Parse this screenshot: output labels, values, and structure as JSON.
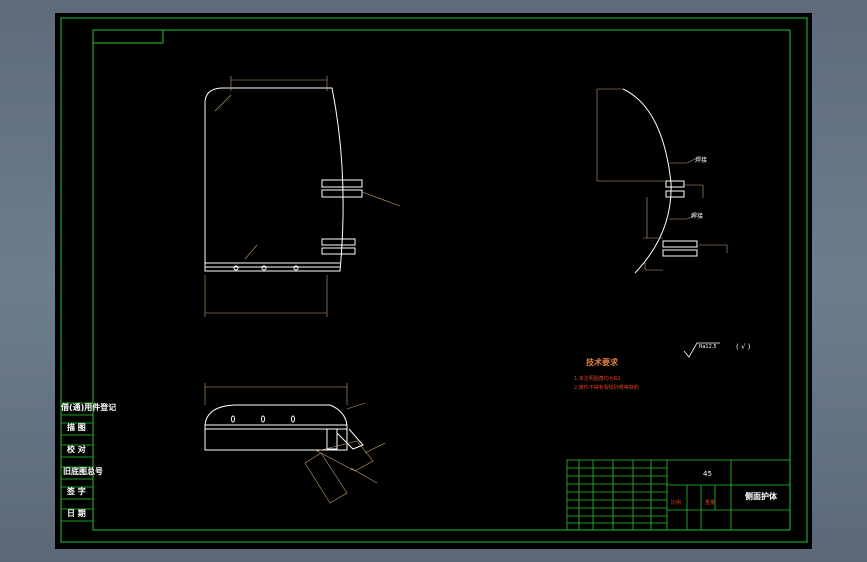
{
  "viewport": {
    "background_colors": [
      "#5d6b7a",
      "#6e7d8c"
    ]
  },
  "drawing": {
    "colors": {
      "sheet": "#000000",
      "frame": "#22c32a",
      "geometry": "#ffffff",
      "dimension": "#c8a070",
      "annotation": "#e04020"
    },
    "side_table": {
      "rows": [
        "借(通)用件登记",
        "描 图",
        "校 对",
        "旧底图总号",
        "签 字",
        "日 期"
      ]
    },
    "technical_requirements": {
      "title": "技术要求",
      "items": [
        "1.未注明圆角均为R2",
        "2.铸件不得有裂纹砂眼等缺陷"
      ]
    },
    "surface_note": {
      "roughness": "Ra12.5",
      "paren": "( √ )"
    },
    "annotations": {
      "weld_1": "焊接",
      "weld_2": "焊接"
    },
    "title_block": {
      "material": "45",
      "part_name": "侧面护体",
      "scale_label": "比例",
      "weight_label": "重量"
    }
  }
}
